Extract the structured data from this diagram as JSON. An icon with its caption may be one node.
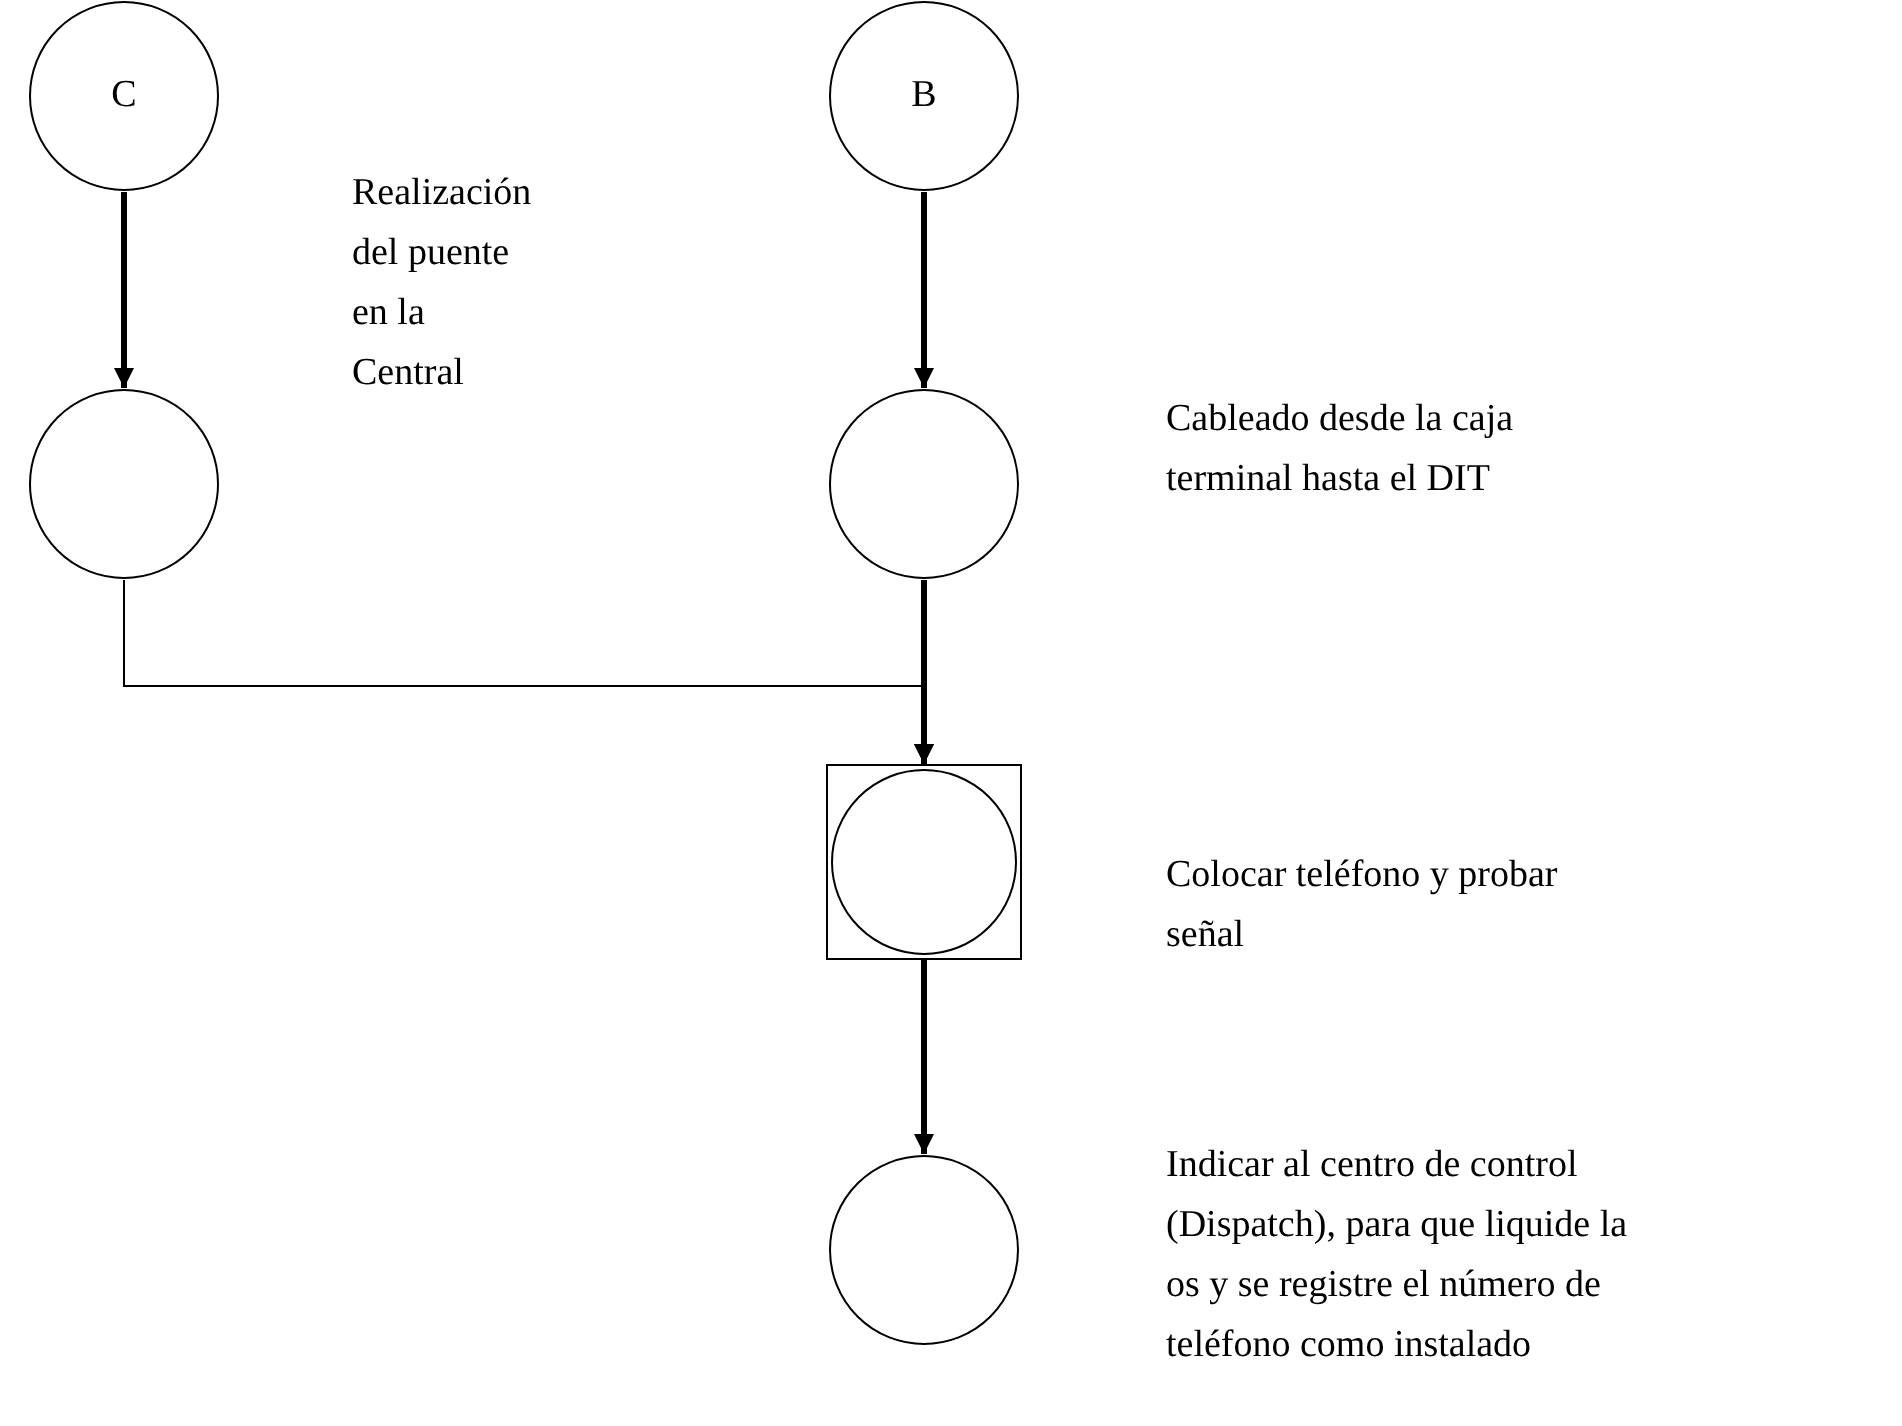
{
  "diagram": {
    "nodes": [
      {
        "text": [
          "C"
        ]
      },
      {
        "text": [],
        "shape": "circle",
        "beside": [
          "Realización del puente en la Central"
        ]
      },
      {
        "text": [
          "B"
        ]
      },
      {
        "text": [],
        "shape": "circle",
        "beside": [
          "Cableado desde la caja terminal hasta el DIT"
        ]
      },
      {
        "text": [],
        "shape": "box",
        "beside": [
          "Colocar teléfono y probar señal"
        ]
      },
      {
        "text": [],
        "shape": "circle",
        "beside": [
          "Indicar al centro de control (Dispatch), para que liquide la os y se registre el número de teléfono como instalado"
        ]
      }
    ],
    "edges": [
      {
        "from": 0,
        "to": 1,
        "arrow": "to"
      },
      {
        "from": 2,
        "to": 3,
        "arrow": "to"
      },
      {
        "from": 1,
        "to": 4,
        "arrow": "to"
      },
      {
        "from": 3,
        "to": 4,
        "arrow": "to"
      },
      {
        "from": 4,
        "to": 5,
        "arrow": "to"
      }
    ]
  }
}
